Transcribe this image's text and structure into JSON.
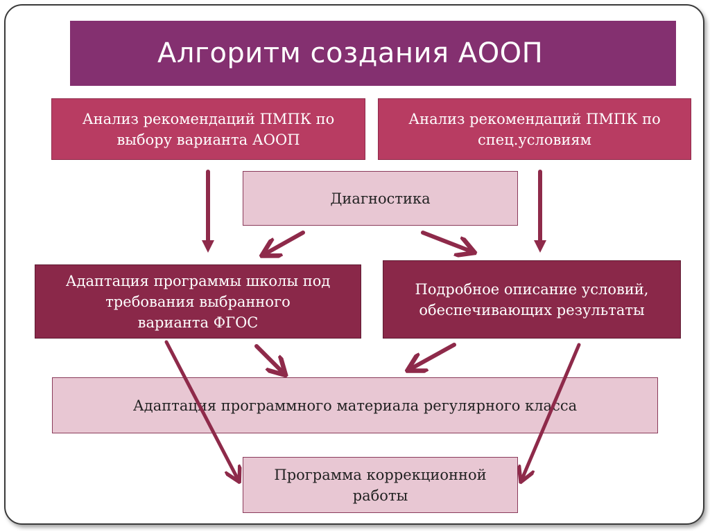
{
  "title": "Алгоритм создания АООП",
  "colors": {
    "title_bg": "#843070",
    "box_rose": "#b83c62",
    "box_light": "#e8c7d3",
    "box_wine": "#8a2849",
    "arrow": "#8e2a4a"
  },
  "boxes": {
    "analysis_variant": "Анализ рекомендаций ПМПК по\nвыбору варианта АООП",
    "analysis_conditions": "Анализ рекомендаций ПМПК по\nспец.условиям",
    "diagnostics": "Диагностика",
    "adapt_school": "Адаптация программы школы под\nтребования выбранного\nварианта ФГОС",
    "description": "Подробное описание условий,\nобеспечивающих результаты",
    "adapt_material": "Адаптация программного материала регулярного класса",
    "correction": "Программа коррекционной\nработы"
  }
}
